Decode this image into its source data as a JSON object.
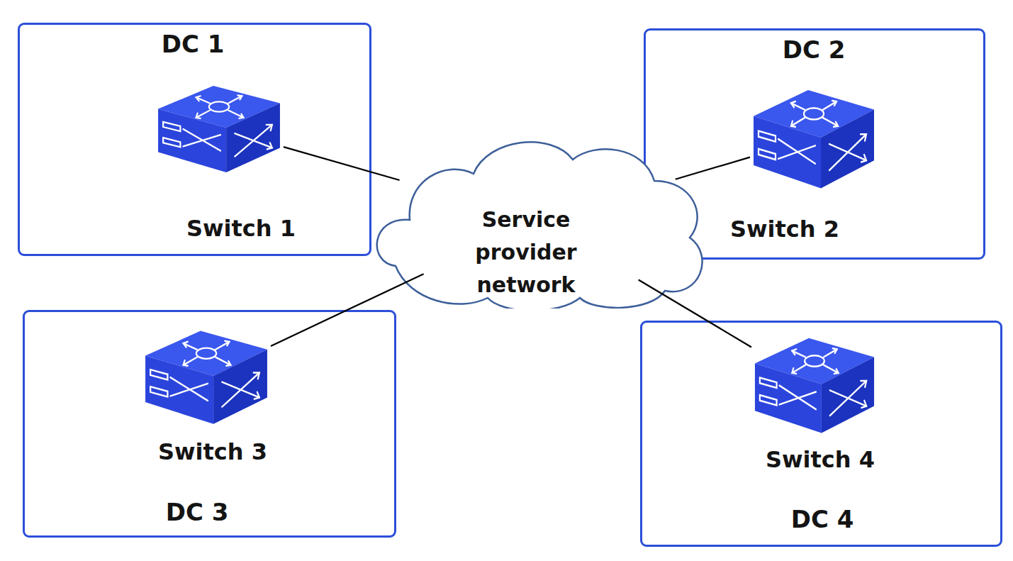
{
  "diagram": {
    "nodes": [
      {
        "text": [
          "DC 1"
        ]
      },
      {
        "text": [
          "Switch 1"
        ],
        "in": 0
      },
      {
        "text": [
          "DC 2"
        ]
      },
      {
        "text": [
          "Switch 2"
        ],
        "in": 2
      },
      {
        "text": [
          "Service provider network"
        ]
      },
      {
        "text": [
          "DC 3"
        ]
      },
      {
        "text": [
          "Switch 3"
        ],
        "in": 5
      },
      {
        "text": [
          "DC 4"
        ]
      },
      {
        "text": [
          "Switch 4"
        ],
        "in": 7
      }
    ],
    "edges": [
      {
        "from": 1,
        "to": 4,
        "arrow": "none"
      },
      {
        "from": 3,
        "to": 4,
        "arrow": "none"
      },
      {
        "from": 6,
        "to": 4,
        "arrow": "none"
      },
      {
        "from": 8,
        "to": 4,
        "arrow": "none"
      }
    ]
  }
}
